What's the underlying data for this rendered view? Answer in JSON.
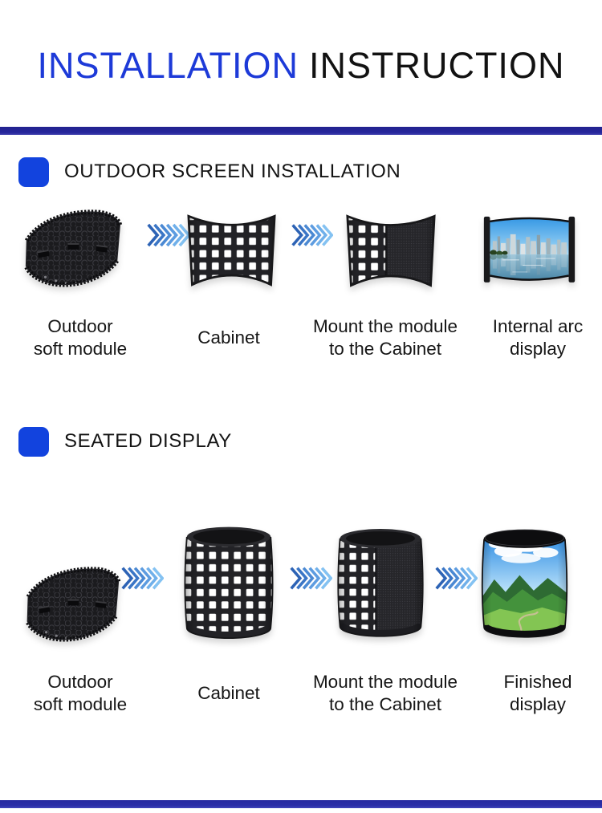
{
  "title": {
    "part1": "INSTALLATION",
    "part2": "INSTRUCTION"
  },
  "colors": {
    "title_blue": "#1d3ad8",
    "divider_navy": "#23238f",
    "bullet_blue": "#1243de",
    "chevron_blues": [
      "#2d63b5",
      "#3b76c6",
      "#4b89d3",
      "#5d9ce0",
      "#70b0ea",
      "#84c2f2"
    ]
  },
  "sections": [
    {
      "heading": "OUTDOOR SCREEN INSTALLATION",
      "steps": [
        {
          "image": "outdoor-soft-module",
          "line1": "Outdoor",
          "line2": "soft module"
        },
        {
          "image": "curved-cabinet",
          "line1": "Cabinet",
          "line2": ""
        },
        {
          "image": "curved-cabinet-with-modules",
          "line1": "Mount the module",
          "line2": "to the Cabinet"
        },
        {
          "image": "internal-arc-display",
          "line1": "Internal arc",
          "line2": "display"
        }
      ]
    },
    {
      "heading": "SEATED DISPLAY",
      "steps": [
        {
          "image": "outdoor-soft-module",
          "line1": "Outdoor",
          "line2": "soft module"
        },
        {
          "image": "cylinder-cabinet",
          "line1": "Cabinet",
          "line2": ""
        },
        {
          "image": "cylinder-cabinet-with-modules",
          "line1": "Mount the module",
          "line2": "to the Cabinet"
        },
        {
          "image": "finished-cylinder-display",
          "line1": "Finished",
          "line2": "display"
        }
      ]
    }
  ]
}
